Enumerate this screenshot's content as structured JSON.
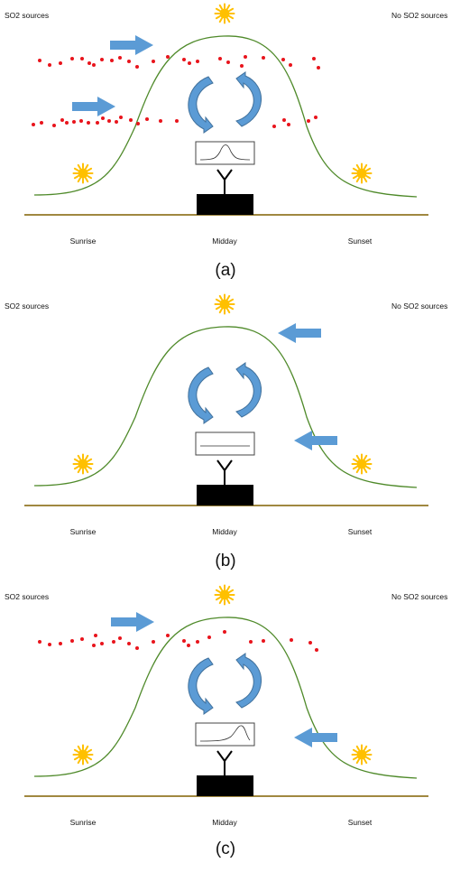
{
  "panels": [
    {
      "id": "a",
      "left_label": "SO2 sources",
      "right_label": "No SO2 sources",
      "times": [
        "Sunrise",
        "Midday",
        "Sunset"
      ],
      "caption": "(a)",
      "wind_from": "left",
      "plume": "morning",
      "profile": "peak-center"
    },
    {
      "id": "b",
      "left_label": "SO2 sources",
      "right_label": "No SO2 sources",
      "times": [
        "Sunrise",
        "Midday",
        "Sunset"
      ],
      "caption": "(b)",
      "wind_from": "right",
      "plume": "none",
      "profile": "flat"
    },
    {
      "id": "c",
      "left_label": "SO2 sources",
      "right_label": "No SO2 sources",
      "times": [
        "Sunrise",
        "Midday",
        "Sunset"
      ],
      "caption": "(c)",
      "wind_from": "both",
      "plume": "afternoon",
      "profile": "peak-late"
    }
  ],
  "colors": {
    "ground": "#806000",
    "boundary_layer": "#4f8a2a",
    "so2_particle": "#e8141c",
    "wind_arrow": "#5b9bd5",
    "mixing_arrow_dark": "#41719c",
    "sun": "#ffc000",
    "instrument": "#000000"
  },
  "icons": [
    "sun-icon",
    "wind-arrow-icon",
    "mixing-arrow-icon",
    "so2-particle",
    "instrument-icon"
  ]
}
